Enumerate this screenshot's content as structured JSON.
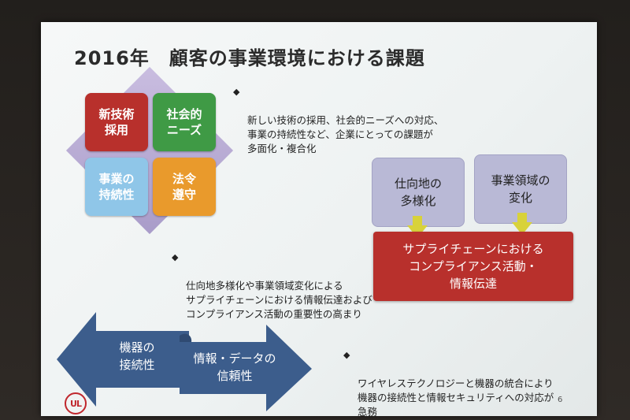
{
  "slide": {
    "title": "2016年　顧客の事業環境における課題",
    "quadrants": [
      {
        "label": "新技術\n採用",
        "color": "#b8302c"
      },
      {
        "label": "社会的\nニーズ",
        "color": "#3f9a45"
      },
      {
        "label": "事業の\n持続性",
        "color": "#8fc6e8"
      },
      {
        "label": "法令\n遵守",
        "color": "#e99a2c"
      }
    ],
    "bullets": [
      "新しい技術の採用、社会的ニーズへの対応、\n事業の持続性など、企業にとっての課題が\n多面化・複合化",
      "仕向地多様化や事業領域変化による\nサプライチェーンにおける情報伝達および\nコンプライアンス活動の重要性の高まり",
      "ワイヤレステクノロジーと機器の統合により\n機器の接続性と情報セキュリティへの対応が\n急務"
    ],
    "bullet_mark": "◆",
    "boxes": {
      "destination": "仕向地の\n多様化",
      "business_area": "事業領域の\n変化",
      "supply_chain": "サプライチェーンにおける\nコンプライアンス活動・\n情報伝達"
    },
    "arrows": {
      "left": "機器の\n接続性",
      "right": "情報・データの\n信頼性",
      "color": "#3c5d8c"
    },
    "logo": "UL",
    "page_number": "6"
  }
}
